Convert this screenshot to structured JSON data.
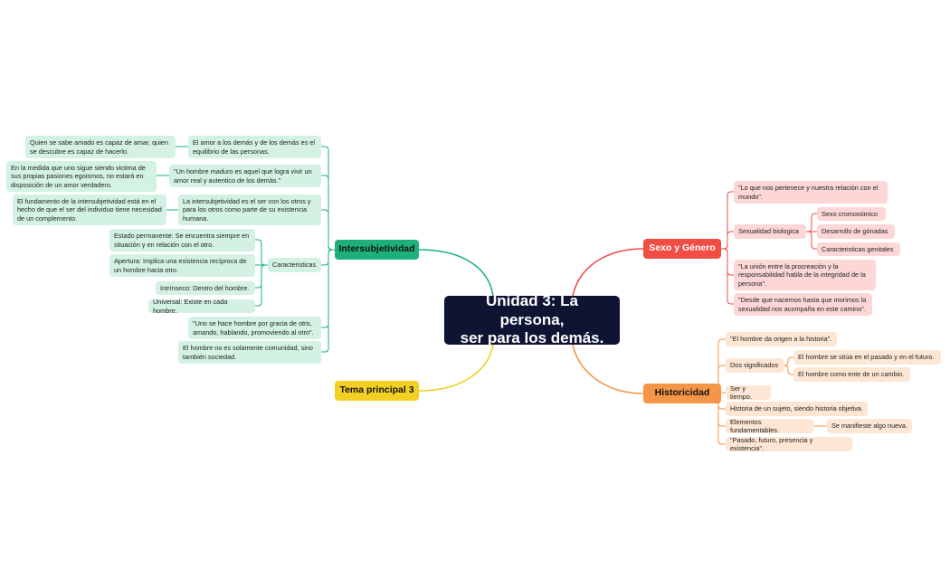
{
  "center": {
    "line1": "Unidad 3: La persona,",
    "line2": "ser para los demás."
  },
  "colors": {
    "green": "#1db07a",
    "red": "#f04d45",
    "orange": "#f49547",
    "yellow": "#f2d024",
    "center": "#0f1433"
  },
  "intersubjetividad": {
    "label": "Intersubjetividad",
    "children": [
      "El amor a los demás y de los demás es el equilibrio de las personas.",
      "\"Un hombre maduro es aquel que logra vivir un amor real y autentico de los demás.\"",
      "La intersubjetividad es el ser con los otros y para los otros como parte de su existencia humana.",
      "Caracteristicas",
      "\"Uno se hace hombre por gracia de otro, amando, hablando, promoviendo al otro\".",
      "El hombre no es solamente comunidad, sino también sociedad."
    ],
    "grandchildren": [
      "Quien se sabe amado es capaz de amar, quien se descubre es capaz de hacerlo.",
      "En la medida que uno sigue siendo victima de sus propias pasiones egoismos, no estará en disposición de un amor verdadero.",
      "El fundamento de la intersubjetividad está en el hecho de que el ser del individuo tiene necesidad de un complemento."
    ],
    "caracteristicas": [
      "Estado permanente: Se encuentra siempre en situación y en relación con el otro.",
      "Apertura: Implica una existencia recíproca de un hombre hacia otro.",
      "Intrínseco: Dentro del hombre.",
      "Universal: Existe en cada hombre."
    ]
  },
  "tema": {
    "label": "Tema principal 3"
  },
  "sexo": {
    "label": "Sexo y Género",
    "children": [
      "\"Lo que nos pertenece y nuestra relación con el mundo\".",
      "Sexualidad biologica",
      "\"La unión entre la procreación y la responsabilidad habla de la integridad de la persona\".",
      "\"Desde que nacemos hasta que morimos la sexualidad nos acompaña en este camino\"."
    ],
    "biologica": [
      "Sexo cromosómico",
      "Desarrollo de gónadas",
      "Caracteristicas genitales"
    ]
  },
  "historicidad": {
    "label": "Historicidad",
    "children": [
      "\"El hombre da origen a la historia\".",
      "Dos significados",
      "Ser y tiempo.",
      "Historia de un sujeto, siendo historia objetiva.",
      "Elementos fundamentables.",
      "\"Pasado, futuro, presencia y existencia\"."
    ],
    "significados": [
      "El hombre se sitúa en el pasado y en el futuro.",
      "El hombre como ente de un cambio."
    ],
    "elementos": [
      "Se manifieste algo nueva."
    ]
  }
}
